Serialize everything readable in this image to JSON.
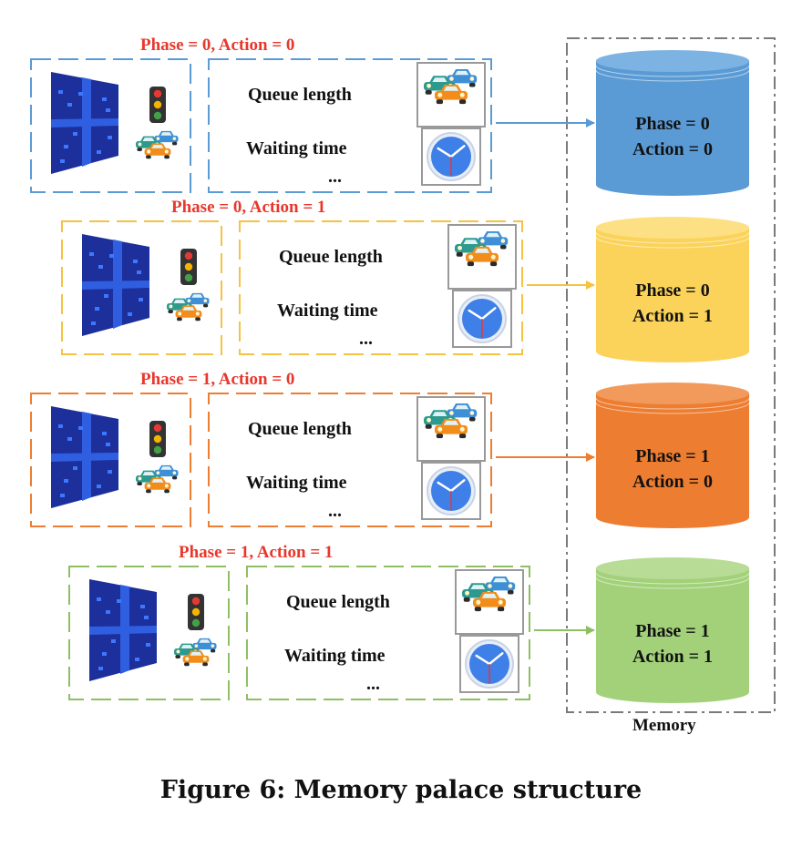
{
  "rows": [
    {
      "phase_action": "Phase = 0, Action = 0",
      "color": "#5b9bd5",
      "cyl_fill": "#5b9bd5",
      "cyl_top": "#7db3e3",
      "cyl_line1": "Phase = 0",
      "cyl_line2": "Action = 0"
    },
    {
      "phase_action": "Phase = 0, Action = 1",
      "color": "#f5c242",
      "cyl_fill": "#fbd35a",
      "cyl_top": "#fde083",
      "cyl_line1": "Phase = 0",
      "cyl_line2": "Action = 1"
    },
    {
      "phase_action": "Phase = 1, Action = 0",
      "color": "#ed7d31",
      "cyl_fill": "#ed7d31",
      "cyl_top": "#f29a5c",
      "cyl_line1": "Phase = 1",
      "cyl_line2": "Action = 0"
    },
    {
      "phase_action": "Phase = 1, Action = 1",
      "color": "#8fbf63",
      "cyl_fill": "#a2d17a",
      "cyl_top": "#b8dc96",
      "cyl_line1": "Phase = 1",
      "cyl_line2": "Action = 1"
    }
  ],
  "features": {
    "queue": "Queue length",
    "waiting": "Waiting time",
    "more": "..."
  },
  "memory_label": "Memory",
  "caption": "Figure 6: Memory palace structure"
}
